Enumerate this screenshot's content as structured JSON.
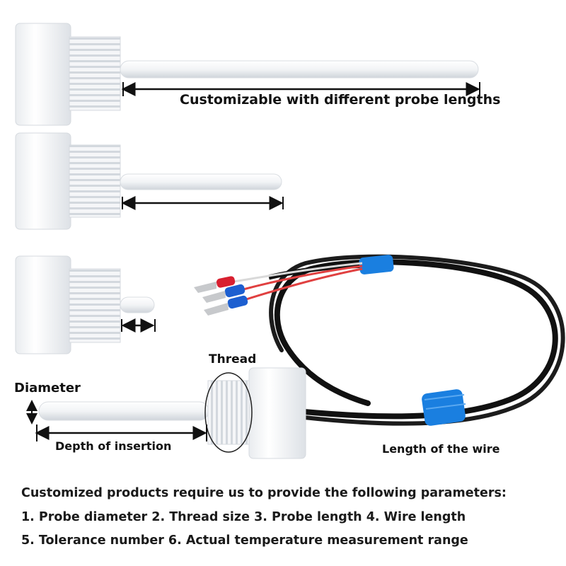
{
  "labels": {
    "probe_length_caption": "Customizable with different probe lengths",
    "thread": "Thread",
    "diameter": "Diameter",
    "depth_of_insertion": "Depth of insertion",
    "wire_length": "Length of the wire"
  },
  "footer": {
    "intro": "Customized products require us to provide the following parameters:",
    "line1": "1. Probe diameter 2. Thread size 3. Probe length 4. Wire length",
    "line2": "5. Tolerance number 6. Actual temperature measurement range"
  },
  "colors": {
    "background": "#ffffff",
    "ptfe_white": "#f4f5f7",
    "wire_black": "#111111",
    "tape_blue": "#1a7fe0",
    "terminal_red": "#d82030",
    "terminal_blue": "#1d5fd0"
  }
}
